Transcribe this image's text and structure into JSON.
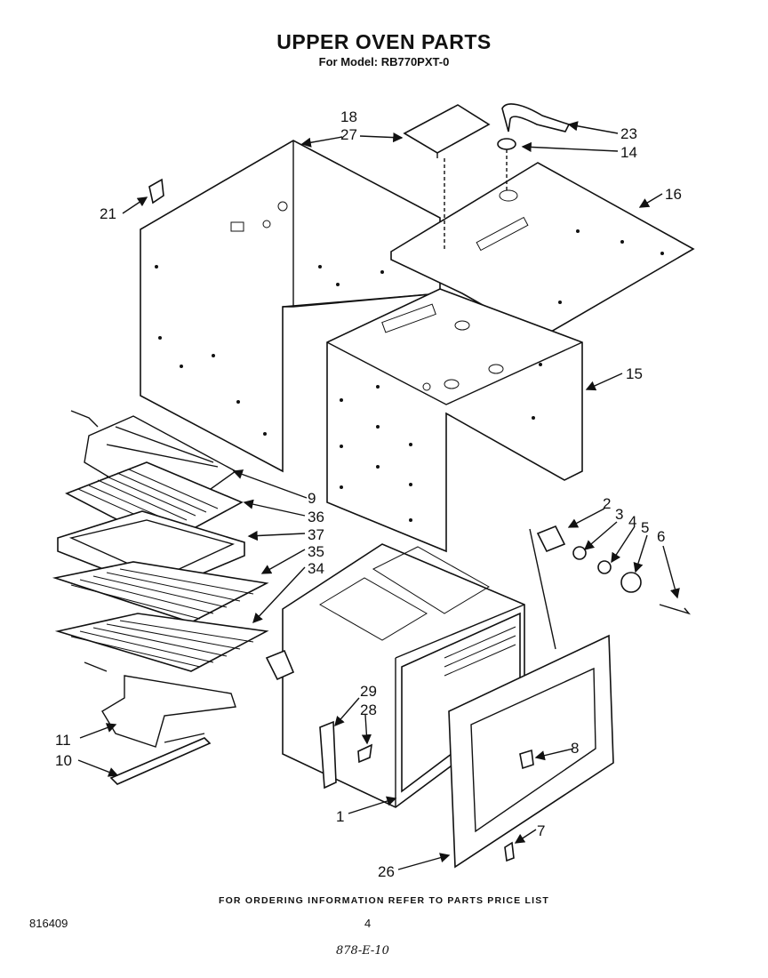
{
  "header": {
    "title": "UPPER OVEN PARTS",
    "subtitle": "For Model: RB770PXT-0"
  },
  "callouts": {
    "n1": "1",
    "n2": "2",
    "n3": "3",
    "n4": "4",
    "n5": "5",
    "n6": "6",
    "n7": "7",
    "n8": "8",
    "n9": "9",
    "n10": "10",
    "n11": "11",
    "n14": "14",
    "n15": "15",
    "n16": "16",
    "n18": "18",
    "n21": "21",
    "n23": "23",
    "n26": "26",
    "n27": "27",
    "n28": "28",
    "n29": "29",
    "n34": "34",
    "n35": "35",
    "n36": "36",
    "n37": "37"
  },
  "footer": {
    "ordering_note": "FOR ORDERING INFORMATION REFER TO PARTS PRICE LIST",
    "doc_number": "816409",
    "page_number": "4",
    "handwritten_note": "878-E-10"
  }
}
